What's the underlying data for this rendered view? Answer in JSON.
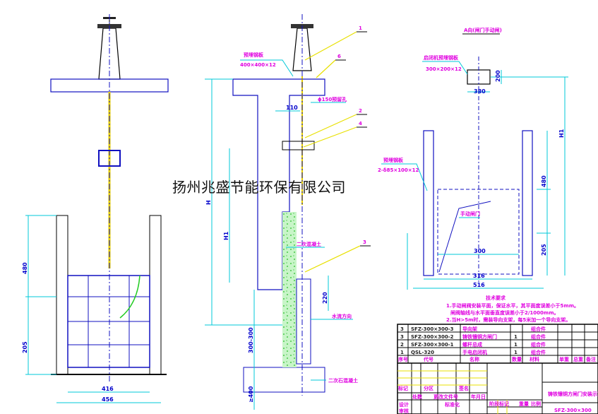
{
  "watermark": "扬州兆盛节能环保有限公司",
  "colors": {
    "concrete": "#22dd22",
    "dimension": "#00c8d8",
    "outline": "#1010c0",
    "leader": "#e8e000",
    "label": "#e000e0"
  },
  "front_view": {
    "dims": {
      "height_upper": "480",
      "height_lower": "205",
      "inner_width": "416",
      "outer_width": "456"
    }
  },
  "section_view": {
    "callouts": [
      "1",
      "6",
      "2",
      "4",
      "3"
    ],
    "plate_label": "预埋钢板",
    "plate_size": "400×400×12",
    "hole_label": "ϕ150预留孔",
    "dim_110": "110",
    "dim_H": "H",
    "dim_H1": "H1",
    "dim_220": "220",
    "dim_300": "300-300",
    "dim_400": "≥400",
    "second_concrete": "二次混凝土",
    "flow_dir": "水流方向",
    "second_concrete_2": "二次石混凝土"
  },
  "a_view": {
    "title": "A向(闸门手动闸)",
    "plate_label": "启闭机预埋钢板",
    "plate_size": "300×200×12",
    "dim_380": "380",
    "dim_200": "200",
    "dim_H1": "H1",
    "side_plate_label": "预埋钢板",
    "side_plate_size": "2-δ85×100×12",
    "gate_label": "手动闸门",
    "dim_480": "480",
    "dim_205": "205",
    "dim_300": "300",
    "dim_316": "316",
    "dim_516": "516"
  },
  "notes": {
    "title": "技术要求",
    "lines": [
      "1.手动闸阀安装平面，保证水平，其平面度误差小于5mm。",
      "闸阀轴线与水平面垂直度误差小于2/1000mm。",
      "2.当H>5m时，需装导向支架，每5米加一个导向支架。"
    ]
  },
  "parts_table": {
    "rows": [
      {
        "no": "3",
        "code": "SFZ-300×300-3",
        "name": "导向架",
        "qty": "",
        "note": "组合件"
      },
      {
        "no": "3",
        "code": "SFZ-300×300-2",
        "name": "铸铁镶铜方闸门",
        "qty": "1",
        "note": "组合件"
      },
      {
        "no": "2",
        "code": "SFZ-300×300-1",
        "name": "螺杆总成",
        "qty": "1",
        "note": "组合件"
      },
      {
        "no": "1",
        "code": "QSL-320",
        "name": "手电启闭机",
        "qty": "1",
        "note": "组合件"
      }
    ],
    "headers": [
      "序号",
      "代号",
      "名称",
      "数量",
      "材料",
      "单重",
      "总重",
      "备注"
    ]
  },
  "title_block": {
    "row_labels": [
      "标记",
      "处数",
      "分区",
      "更改文件号",
      "签名",
      "年月日"
    ],
    "left_labels": [
      "设计",
      "审核"
    ],
    "std": "标准化",
    "stage": [
      "阶段标记",
      "重量",
      "比例"
    ],
    "drawing_title": "铸铁镶铜方闸门安装示意图",
    "drawing_no": "SFZ-300×300"
  }
}
